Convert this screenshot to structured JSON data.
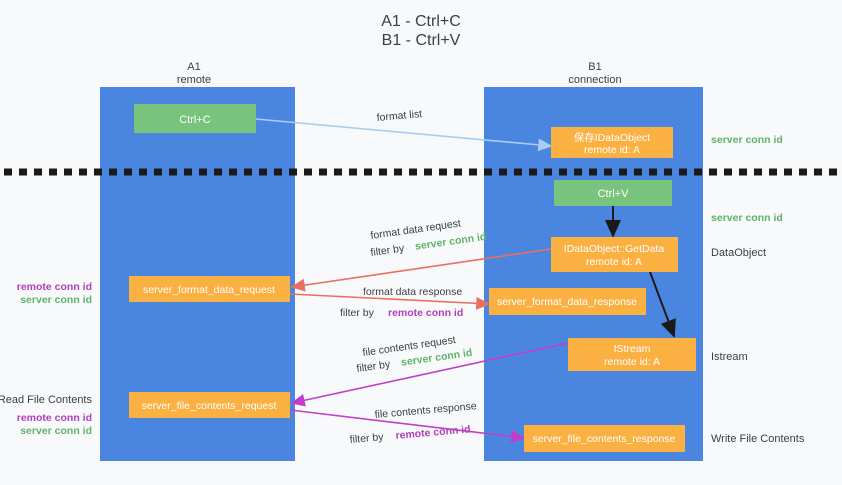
{
  "title": {
    "line1": "A1 - Ctrl+C",
    "line2": "B1 - Ctrl+V"
  },
  "colors": {
    "background": "#f8f9fa",
    "column_blue": "#4a86e0",
    "box_orange": "#fbb042",
    "box_green": "#79c47d",
    "text_dark": "#3c4043",
    "server_green": "#5fb36a",
    "remote_purple": "#b23fbe",
    "arrow_lightblue": "#a8cdef",
    "arrow_red": "#e8705f",
    "arrow_magenta": "#c13fc8",
    "arrow_black": "#1a1a1a",
    "divider_black": "#1a1a1a"
  },
  "columns": [
    {
      "name": "A1",
      "subtitle": "remote"
    },
    {
      "name": "B1",
      "subtitle": "connection"
    }
  ],
  "boxes": {
    "ctrl_c": {
      "label": "Ctrl+C",
      "kind": "green"
    },
    "ctrl_v": {
      "label": "Ctrl+V",
      "kind": "green"
    },
    "save_idataobject": {
      "line1": "保存IDataObject",
      "line2": "remote id: A",
      "kind": "orange"
    },
    "getdata": {
      "line1": "IDataObject::GetData",
      "line2": "remote id: A",
      "kind": "orange"
    },
    "istream": {
      "line1": "IStream",
      "line2": "remote id: A",
      "kind": "orange"
    },
    "format_data_request": {
      "label": "server_format_data_request",
      "kind": "orange"
    },
    "format_data_response": {
      "label": "server_format_data_response",
      "kind": "orange"
    },
    "file_contents_request": {
      "label": "server_file_contents_request",
      "kind": "orange"
    },
    "file_contents_response": {
      "label": "server_file_contents_response",
      "kind": "orange"
    }
  },
  "right_labels": [
    {
      "text": "server conn id",
      "kind": "server"
    },
    {
      "text": "server conn id",
      "kind": "server"
    },
    {
      "text": "DataObject",
      "kind": "plain"
    },
    {
      "text": "Istream",
      "kind": "plain"
    },
    {
      "text": "Write File Contents",
      "kind": "plain"
    }
  ],
  "left_labels": {
    "format_group": {
      "remote": "remote conn id",
      "server": "server conn id"
    },
    "file_group": {
      "heading": "Read File Contents",
      "remote": "remote conn id",
      "server": "server conn id"
    }
  },
  "edges": [
    {
      "id": "format-list",
      "label": "format list",
      "filter_prefix": "",
      "filter_key": "",
      "color": "#a8cdef"
    },
    {
      "id": "format-data-request",
      "label": "format data request",
      "filter_prefix": "filter by ",
      "filter_key": "server conn id",
      "filter_kind": "server",
      "color": "#e8705f"
    },
    {
      "id": "format-data-response",
      "label": "format data response",
      "filter_prefix": "filter by ",
      "filter_key": "remote conn id",
      "filter_kind": "remote",
      "color": "#e8705f"
    },
    {
      "id": "file-contents-request",
      "label": "file contents request",
      "filter_prefix": "filter by ",
      "filter_key": "server conn id",
      "filter_kind": "server",
      "color": "#c13fc8"
    },
    {
      "id": "file-contents-response",
      "label": "file contents response",
      "filter_prefix": "filter by ",
      "filter_key": "remote conn id",
      "filter_kind": "remote",
      "color": "#c13fc8"
    }
  ]
}
